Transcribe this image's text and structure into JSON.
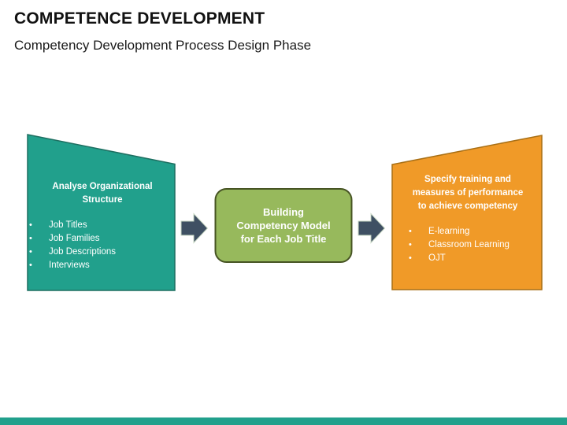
{
  "slide": {
    "title": "COMPETENCE DEVELOPMENT",
    "subtitle": "Competency Development Process Design Phase",
    "accent_bar_color": "#21A08C"
  },
  "diagram": {
    "step1": {
      "heading_lines": [
        "Analyse Organizational",
        "Structure"
      ],
      "bullets": [
        "Job Titles",
        "Job Families",
        "Job Descriptions",
        "Interviews"
      ],
      "fill": "#21A08C",
      "border": "#1E6F61"
    },
    "arrow1": {
      "fill": "#3F5063",
      "outline": "#C9D8C5"
    },
    "step2": {
      "heading_lines": [
        "Building",
        "Competency Model",
        "for Each Job Title"
      ],
      "fill": "#97B95C",
      "border": "#465323"
    },
    "arrow2": {
      "fill": "#3F5063",
      "outline": "#C9D8C5"
    },
    "step3": {
      "heading_lines": [
        "Specify training and",
        "measures of performance",
        "to achieve competency"
      ],
      "bullets": [
        "E-learning",
        "Classroom Learning",
        "OJT"
      ],
      "fill": "#F09A28",
      "border": "#A86F15"
    }
  }
}
